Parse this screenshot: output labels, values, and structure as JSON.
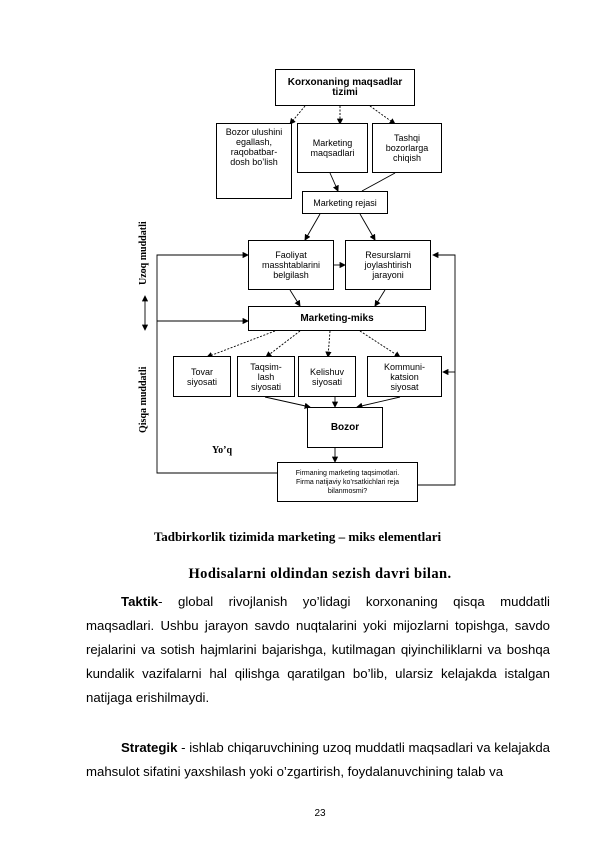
{
  "diagram": {
    "title": "Korxonaning maqsadlar\ntizimi",
    "goal_market_share": "Bozor ulushini\negallash,\nraqobatbar-\ndosh bo’lish",
    "goal_marketing": "Marketing\nmaqsadlari",
    "goal_foreign": "Tashqi\nbozorlarga\nchiqish",
    "marketing_plan": "Marketing rejasi",
    "activity_scale": "Faoliyat\nmasshtablarini\nbelgilash",
    "resource_allocation": "Resurslarni\njoylashtirish\njarayoni",
    "marketing_mix": "Marketing-miks",
    "product_policy": "Tovar\nsiyosati",
    "distribution_policy": "Taqsim-\nlash\nsiyosati",
    "pricing_policy": "Kelishuv\nsiyosati",
    "communication_policy": "Kommuni-\nkatsion\nsiyosat",
    "market": "Bozor",
    "evaluation": "Firmaning marketing taqsimotlari.\nFirma natijaviy ko’rsatkichlari reja\nbilanmosmi?",
    "long_term_label": "Uzoq muddatli",
    "short_term_label": "Qisqa muddatli",
    "no_label": "Yo’q",
    "caption": "Tadbirkorlik tizimida marketing – miks elementlari"
  },
  "text": {
    "heading": "Hodisalarni oldindan sezish davri bilan.",
    "p1_term": "Taktik",
    "p1_body": "- global rivojlanish yo’lidagi korxonaning qisqa muddatli maqsadlari. Ushbu jarayon savdo nuqtalarini yoki mijozlarni topishga, savdo rejalarini va sotish hajmlarini bajarishga, kutilmagan qiyinchiliklarni va boshqa kundalik vazifalarni hal qilishga qaratilgan bo’lib, ularsiz kelajakda istalgan natijaga erishilmaydi.",
    "p2_term": "Strategik",
    "p2_body": " - ishlab chiqaruvchining uzoq muddatli maqsadlari va kelajakda mahsulot sifatini yaxshilash yoki o’zgartirish, foydalanuvchining talab va",
    "page_number": "23"
  }
}
